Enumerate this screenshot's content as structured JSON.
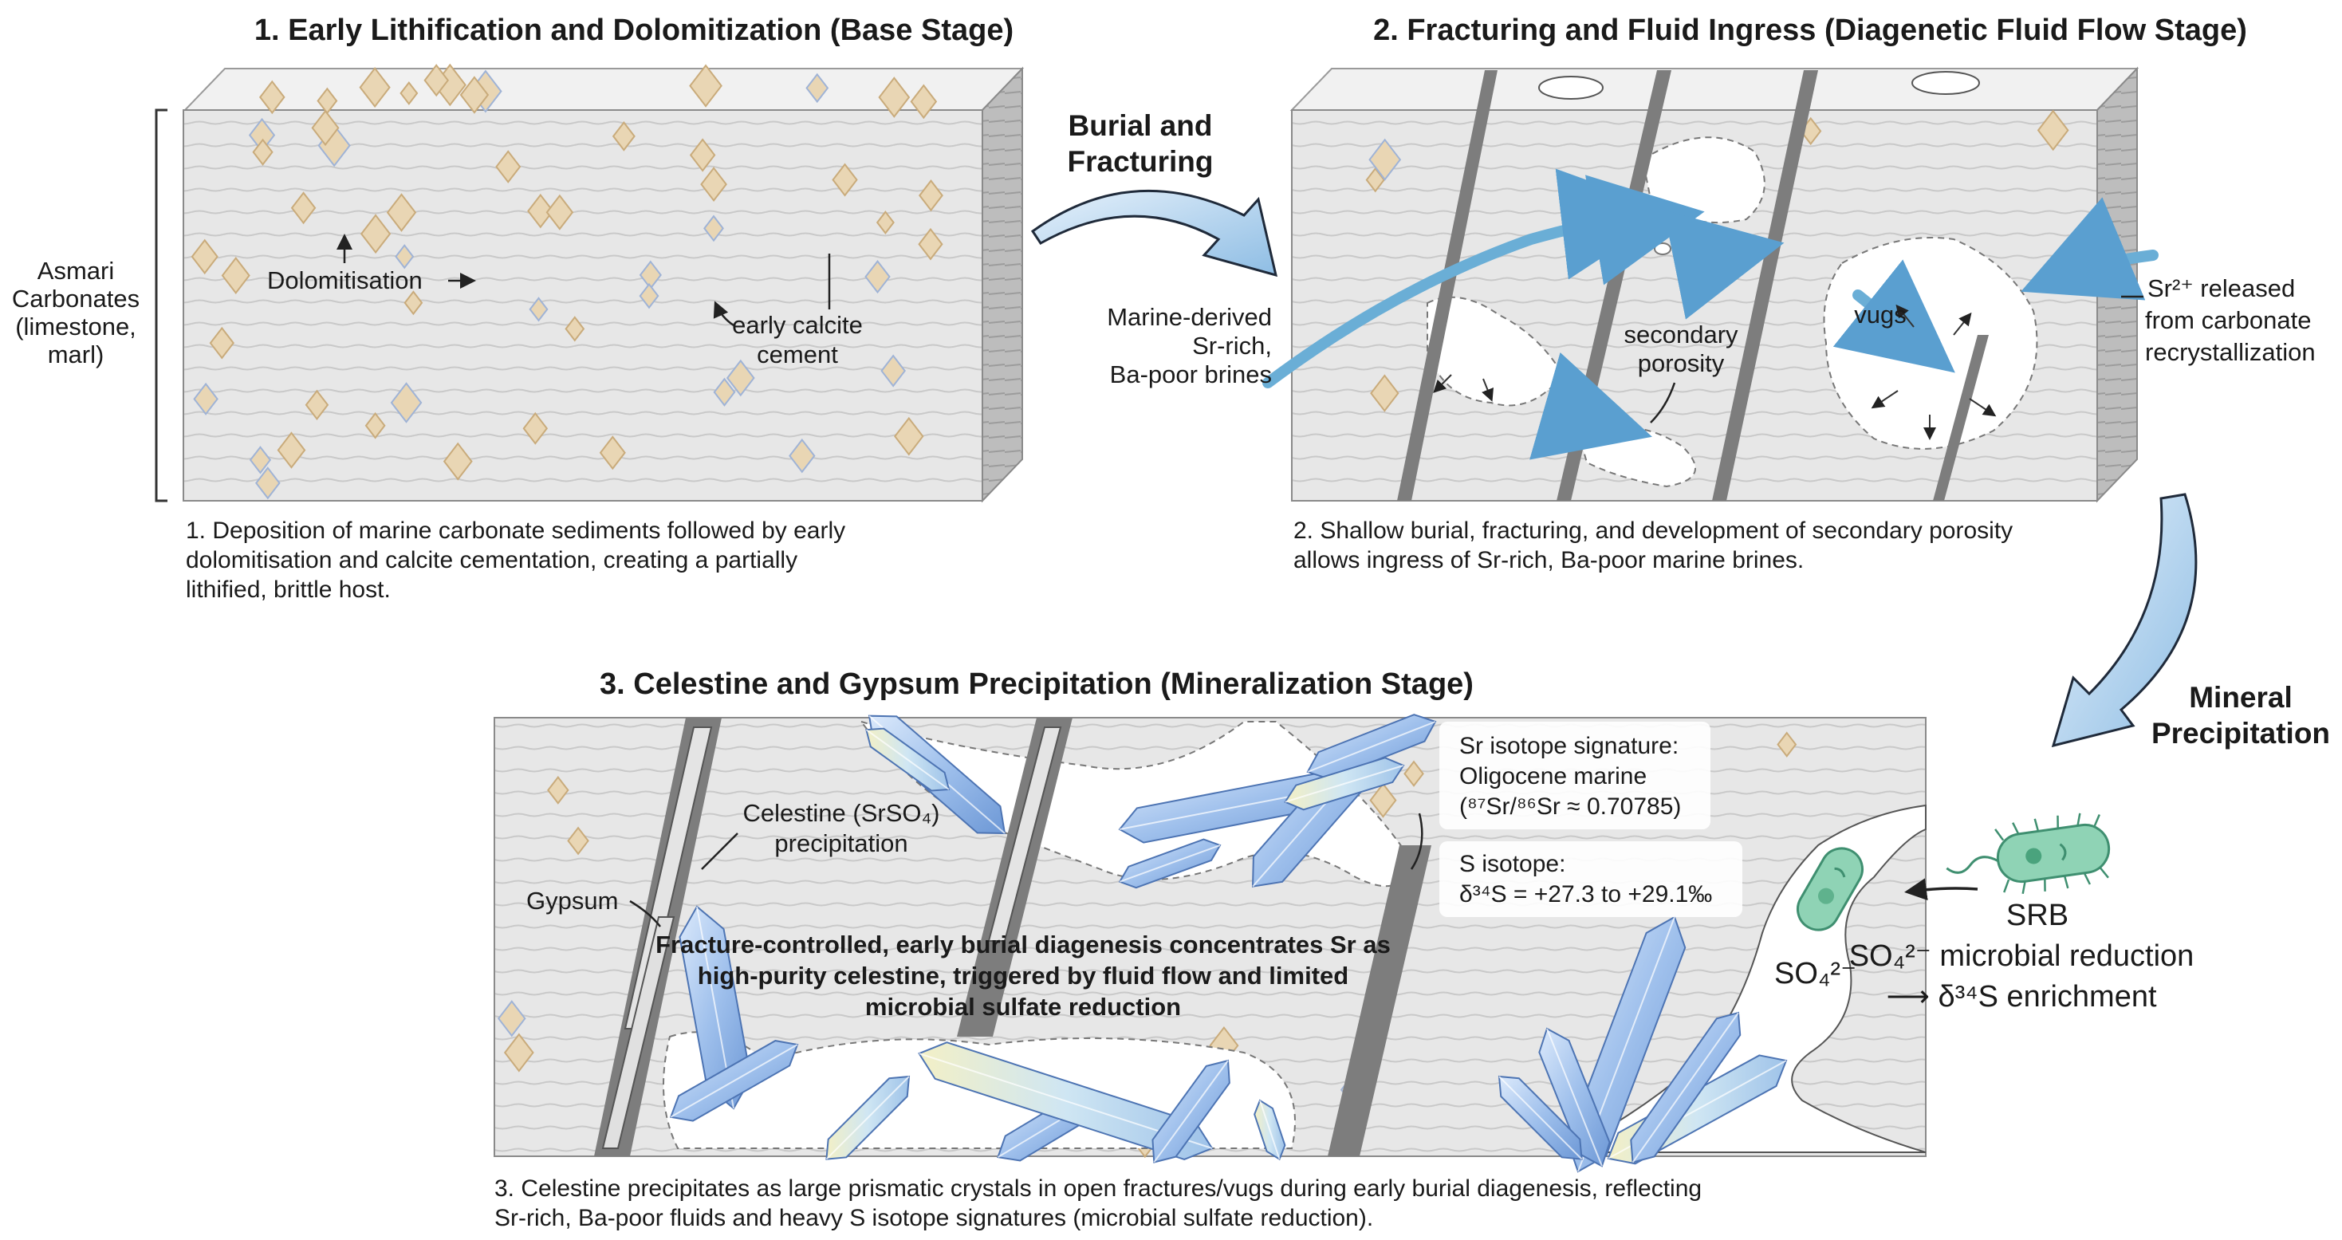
{
  "panel1": {
    "title": "1. Early Lithification and Dolomitization (Base Stage)",
    "side_label": [
      "Asmari",
      "Carbonates",
      "(limestone,",
      "marl)"
    ],
    "label_dolomitisation": "Dolomitisation",
    "label_calcite": [
      "early calcite",
      "cement"
    ],
    "caption": [
      "1. Deposition of marine carbonate sediments followed by early",
      "dolomitisation and calcite cementation, creating a partially",
      "lithified, brittle host."
    ]
  },
  "arrow1_label": [
    "Burial and",
    "Fracturing"
  ],
  "panel2": {
    "title": "2. Fracturing and Fluid Ingress (Diagenetic Fluid Flow Stage)",
    "left_label": [
      "Marine-derived",
      "Sr-rich,",
      "Ba-poor brines"
    ],
    "label_porosity": [
      "secondary",
      "porosity"
    ],
    "label_vugs": "vugs",
    "right_label": [
      "Sr²⁺ released",
      "from carbonate",
      "recrystallization"
    ],
    "caption": [
      "2. Shallow burial, fracturing, and development of secondary porosity",
      "allows ingress of Sr-rich, Ba-poor marine brines."
    ]
  },
  "arrow2_label": [
    "Mineral",
    "Precipitation"
  ],
  "panel3": {
    "title": "3. Celestine and Gypsum Precipitation (Mineralization Stage)",
    "label_celestine": [
      "Celestine (SrSO₄)",
      "precipitation"
    ],
    "label_gypsum": "Gypsum",
    "center_text": [
      "Fracture-controlled, early burial diagenesis concentrates Sr as",
      "high-purity celestine, triggered by fluid flow and limited",
      "microbial sulfate reduction"
    ],
    "sr_isotope": [
      "Sr isotope signature:",
      "Oligocene marine",
      "(⁸⁷Sr/⁸⁶Sr ≈ 0.70785)"
    ],
    "s_isotope": [
      "S isotope:",
      "δ³⁴S = +27.3 to +29.1‰"
    ],
    "so4_label": "SO₄²⁻",
    "caption": [
      "3. Celestine precipitates as large prismatic crystals in open fractures/vugs during early burial diagenesis, reflecting",
      "Sr-rich, Ba-poor fluids and heavy S isotope signatures (microbial sulfate reduction)."
    ]
  },
  "srb": {
    "name": "SRB",
    "line1": "SO₄²⁻ microbial reduction",
    "line2": "⟶ δ³⁴S enrichment"
  },
  "colors": {
    "rock": "#e6e6e6",
    "rock_side": "#b9b9b9",
    "rock_top": "#f1f1f1",
    "dolomite": "#e9d6b4",
    "fracture": "#7d7d7d",
    "flow_arrow": "#6aaed6",
    "crystal": "#a9c8ee",
    "bacteria": "#8fd3b5"
  }
}
